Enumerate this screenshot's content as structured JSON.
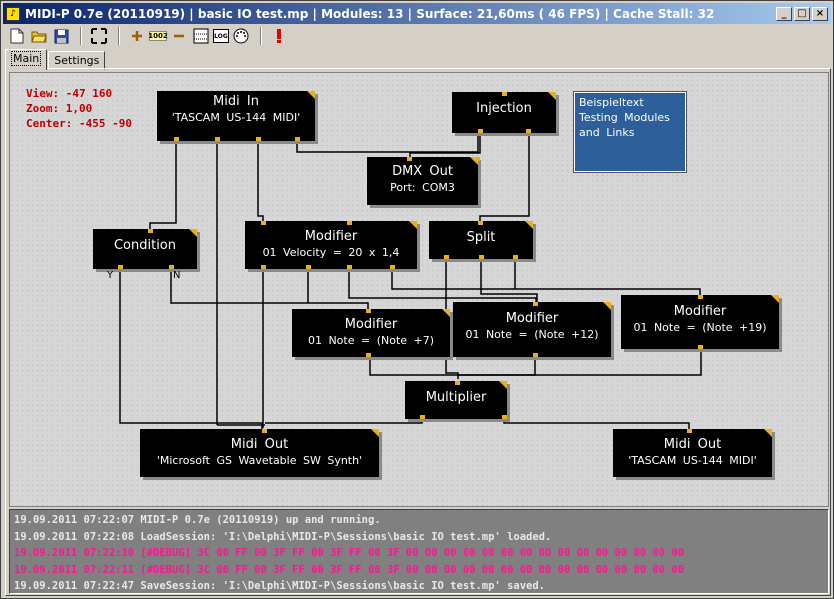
{
  "window": {
    "title": "MIDI-P 0.7e (20110919) | basic IO test.mp | Modules: 13 | Surface: 21,60ms ( 46 FPS) | Cache Stall: 32",
    "icon": "midi-p-app-icon",
    "controls": {
      "minimize": "_",
      "maximize": "□",
      "close": "×"
    }
  },
  "toolbar": {
    "items": [
      {
        "name": "new-file-icon",
        "glyph": "🗋"
      },
      {
        "name": "open-folder-icon",
        "glyph": "📂"
      },
      {
        "name": "save-disk-icon",
        "glyph": "💾"
      },
      {
        "name": "fit-view-icon",
        "glyph": "⤢"
      },
      {
        "name": "add-module-icon",
        "glyph": "✚"
      },
      {
        "name": "counter-icon",
        "glyph": "1002"
      },
      {
        "name": "remove-icon",
        "glyph": "━"
      },
      {
        "name": "grid-toggle-icon",
        "glyph": "▦"
      },
      {
        "name": "log-toggle-icon",
        "glyph": "LOG"
      },
      {
        "name": "midi-connector-icon",
        "glyph": "◎"
      },
      {
        "name": "alert-icon",
        "glyph": "!"
      }
    ]
  },
  "tabs": [
    {
      "label": "Main",
      "active": true
    },
    {
      "label": "Settings",
      "active": false
    }
  ],
  "view_info": {
    "view": "View: -47 160",
    "zoom": "Zoom: 1,00",
    "center": "Center: -455 -90"
  },
  "modules": {
    "midi_in": {
      "title": "Midi In",
      "subtitle": "'TASCAM US-144 MIDI'"
    },
    "injection": {
      "title": "Injection"
    },
    "dmx_out": {
      "title": "DMX Out",
      "subtitle": "Port: COM3"
    },
    "condition": {
      "title": "Condition",
      "port_y": "Y",
      "port_n": "N"
    },
    "modifier_velocity": {
      "title": "Modifier",
      "subtitle": "01 Velocity = 20 x 1,4"
    },
    "split": {
      "title": "Split"
    },
    "modifier_note7": {
      "title": "Modifier",
      "subtitle": "01 Note = (Note +7)"
    },
    "modifier_note12": {
      "title": "Modifier",
      "subtitle": "01 Note = (Note +12)"
    },
    "modifier_note19": {
      "title": "Modifier",
      "subtitle": "01 Note = (Note +19)"
    },
    "multiplier": {
      "title": "Multiplier"
    },
    "midi_out_gs": {
      "title": "Midi Out",
      "subtitle": "'Microsoft GS Wavetable SW Synth'"
    },
    "midi_out_tascam": {
      "title": "Midi Out",
      "subtitle": "'TASCAM US-144 MIDI'"
    }
  },
  "note": {
    "line1": "Beispieltext",
    "line2": "Testing Modules",
    "line3": "and Links"
  },
  "colors": {
    "module_bg": "#000000",
    "port": "#e8b020",
    "wire": "#000000",
    "note_bg": "#2d5f9a",
    "info_text": "#c00000",
    "log_bg": "#808080",
    "log_normal": "#e8e8e8",
    "log_debug": "#ff1493"
  },
  "log": [
    {
      "level": "normal",
      "text": "19.09.2011 07:22:07 MIDI-P 0.7e (20110919) up and running."
    },
    {
      "level": "normal",
      "text": "19.09.2011 07:22:08 LoadSession: 'I:\\Delphi\\MIDI-P\\Sessions\\basic IO test.mp' loaded."
    },
    {
      "level": "debug",
      "text": "19.09.2011 07:22:10 [#DEBUG] 3C 00 FF 00 3F FF 00 3F FF 00 3F 00 00 00 00 00 00 00 00 00 00 00 00 00 00 00"
    },
    {
      "level": "debug",
      "text": "19.09.2011 07:22:11 [#DEBUG] 3C 00 FF 00 3F FF 00 3F FF 00 3F 00 00 00 00 00 00 00 00 00 00 00 00 00 00 00"
    },
    {
      "level": "normal",
      "text": "19.09.2011 07:22:47 SaveSession: 'I:\\Delphi\\MIDI-P\\Sessions\\basic IO test.mp' saved."
    }
  ]
}
